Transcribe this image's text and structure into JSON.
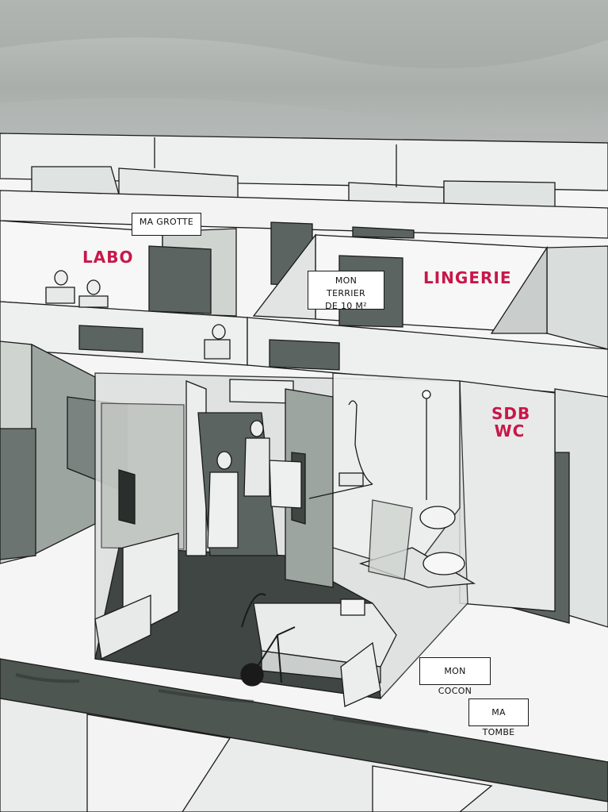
{
  "captions": {
    "ma_grotte": "MA GROTTE",
    "mon_terrier_line1": "MON TERRIER",
    "mon_terrier_line2": "DE 10 M²",
    "mon_cocon": "MON COCON",
    "ma_tombe": "MA TOMBE"
  },
  "room_labels": {
    "labo": "LABO",
    "lingerie": "LINGERIE",
    "sdb": "SDB",
    "wc": "WC"
  },
  "colors": {
    "label_red": "#c8174a",
    "wall_light": "#e9ecea",
    "wall_mid": "#9da5a1",
    "wall_dark": "#5b6460",
    "floor_dark": "#3f4643",
    "sky": "#b9bdbb",
    "ink": "#1a1a1a"
  }
}
